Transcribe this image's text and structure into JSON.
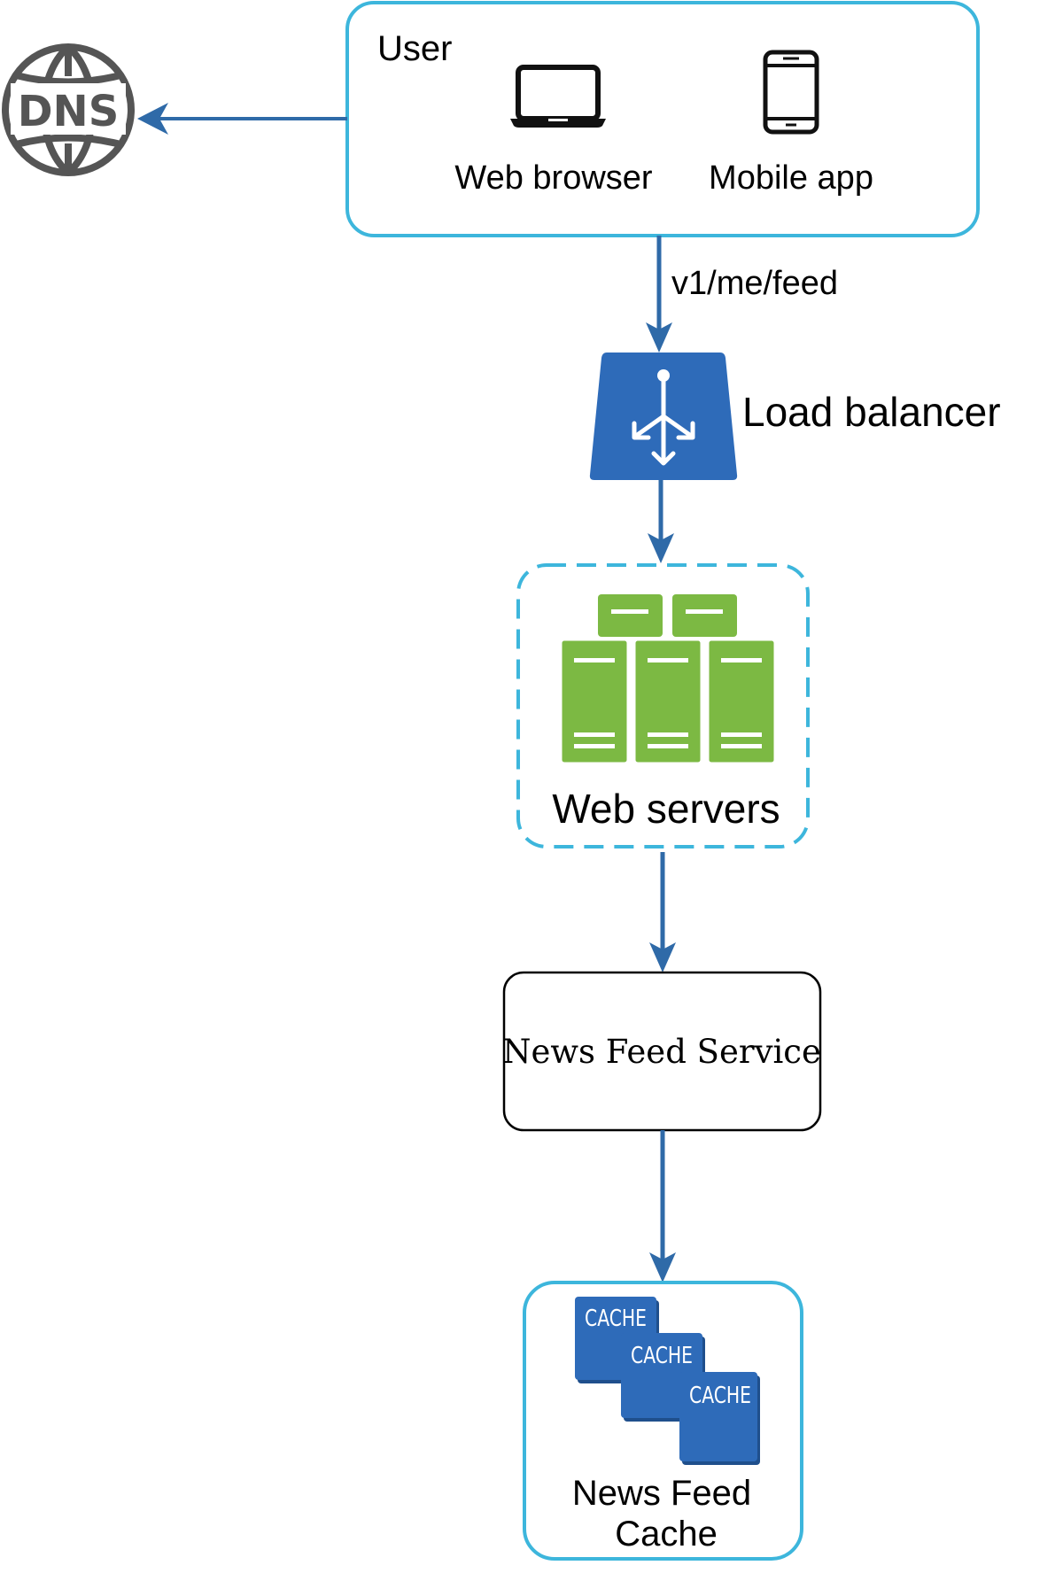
{
  "colors": {
    "container_border": "#3db6dc",
    "arrow": "#2f6aa8",
    "load_balancer": "#2e6bb9",
    "server_green": "#7cb943",
    "cache_blue": "#2e6bb9",
    "dns_gray": "#555555",
    "node_border": "#000000"
  },
  "user": {
    "title": "User",
    "web_browser_label": "Web browser",
    "mobile_app_label": "Mobile app",
    "web_browser_icon": "laptop-icon",
    "mobile_app_icon": "smartphone-icon"
  },
  "dns": {
    "label": "DNS",
    "icon": "globe-icon"
  },
  "edge_request": {
    "label": "v1/me/feed"
  },
  "load_balancer": {
    "label": "Load balancer",
    "icon": "load-balancer-icon"
  },
  "web_servers": {
    "label": "Web servers",
    "icon": "server-rack-icon"
  },
  "news_feed_service": {
    "label": "News Feed Service"
  },
  "news_feed_cache": {
    "label_line1": "News Feed",
    "label_line2": "Cache",
    "cache_tag": "CACHE",
    "icon": "cache-icon"
  }
}
